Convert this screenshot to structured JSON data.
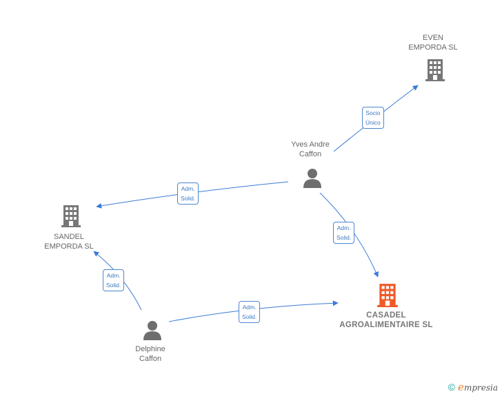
{
  "colors": {
    "edge": "#3a7bd5",
    "company": "#777777",
    "main_company": "#f05a28",
    "person": "#6e6e6e"
  },
  "nodes": {
    "even": {
      "line1": "EVEN",
      "line2": "EMPORDA  SL",
      "icon": "building-icon"
    },
    "yves": {
      "line1": "Yves Andre",
      "line2": "Caffon",
      "icon": "person-icon"
    },
    "sandel": {
      "line1": "SANDEL",
      "line2": "EMPORDA  SL",
      "icon": "building-icon"
    },
    "casadel": {
      "line1": "CASADEL",
      "line2": "AGROALIMENTAIRE SL",
      "icon": "building-icon"
    },
    "delphine": {
      "line1": "Delphine",
      "line2": "Caffon",
      "icon": "person-icon"
    }
  },
  "edges": {
    "yves_even": {
      "line1": "Socio",
      "line2": "Único"
    },
    "yves_sandel": {
      "line1": "Adm.",
      "line2": "Solid."
    },
    "yves_casadel": {
      "line1": "Adm.",
      "line2": "Solid."
    },
    "delphine_sandel": {
      "line1": "Adm.",
      "line2": "Solid."
    },
    "delphine_casadel": {
      "line1": "Adm.",
      "line2": "Solid."
    }
  },
  "footer": {
    "copyright": "©",
    "brand_initial": "e",
    "brand_rest": "mpresia"
  }
}
